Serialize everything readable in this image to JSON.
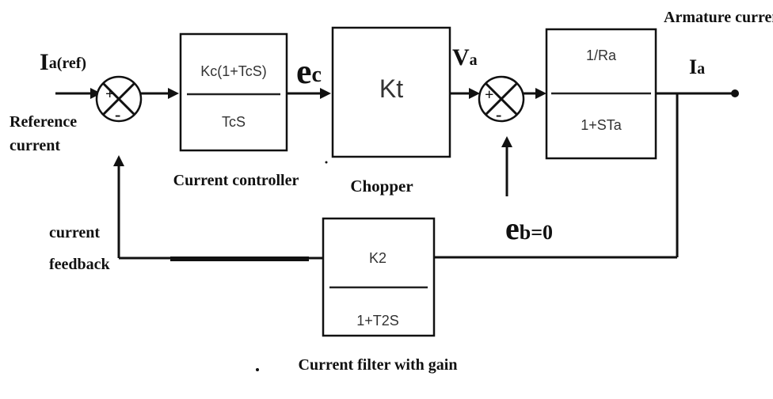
{
  "signals": {
    "ref_main": "I",
    "ref_sub": "a(ref)",
    "ref_desc_1": "Reference",
    "ref_desc_2": "current",
    "ec_main": "e",
    "ec_sub": "c",
    "va_main": "V",
    "va_sub": "a",
    "out_label": "Armature curren",
    "out_main": "I",
    "out_sub": "a",
    "eb_main": "e",
    "eb_rest": "b=0",
    "fb_desc_1": "current",
    "fb_desc_2": "feedback"
  },
  "blocks": {
    "controller": {
      "numerator": "Kc(1+TcS)",
      "denominator": "TcS",
      "caption": "Current controller"
    },
    "chopper": {
      "gain": "Kt",
      "caption": "Chopper"
    },
    "armature": {
      "numerator": "1/Ra",
      "denominator": "1+STa"
    },
    "filter": {
      "numerator": "K2",
      "denominator": "1+T2S",
      "caption": "Current filter with gain"
    }
  },
  "summers": {
    "s1": {
      "plus": "+",
      "minus": "-"
    },
    "s2": {
      "plus": "+",
      "minus": "-"
    }
  }
}
